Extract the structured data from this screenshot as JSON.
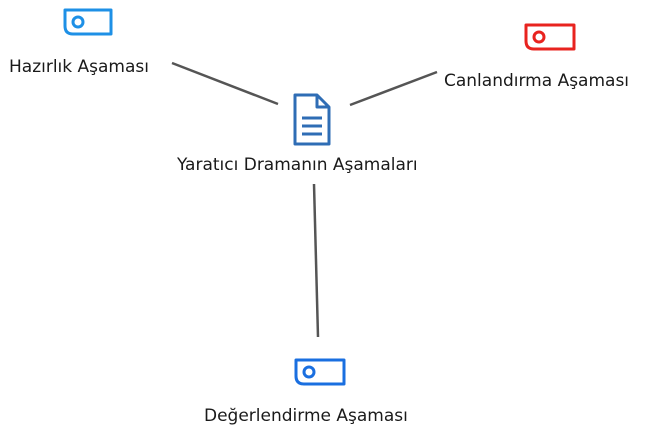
{
  "diagram": {
    "center": {
      "label": "Yaratıcı Dramanın Aşamaları",
      "icon": "document-icon",
      "color": "#2f6db5"
    },
    "nodes": [
      {
        "id": "hazirlik",
        "label": "Hazırlık Aşaması",
        "icon": "tag-icon",
        "color": "#1e90e6"
      },
      {
        "id": "canlandirma",
        "label": "Canlandırma Aşaması",
        "icon": "tag-icon",
        "color": "#e8231f"
      },
      {
        "id": "degerlendirme",
        "label": "Değerlendirme Aşaması",
        "icon": "tag-icon",
        "color": "#1a6fe0"
      }
    ],
    "edges": [
      {
        "from": "center",
        "to": "hazirlik"
      },
      {
        "from": "center",
        "to": "canlandirma"
      },
      {
        "from": "center",
        "to": "degerlendirme"
      }
    ],
    "connector_color": "#555555"
  }
}
